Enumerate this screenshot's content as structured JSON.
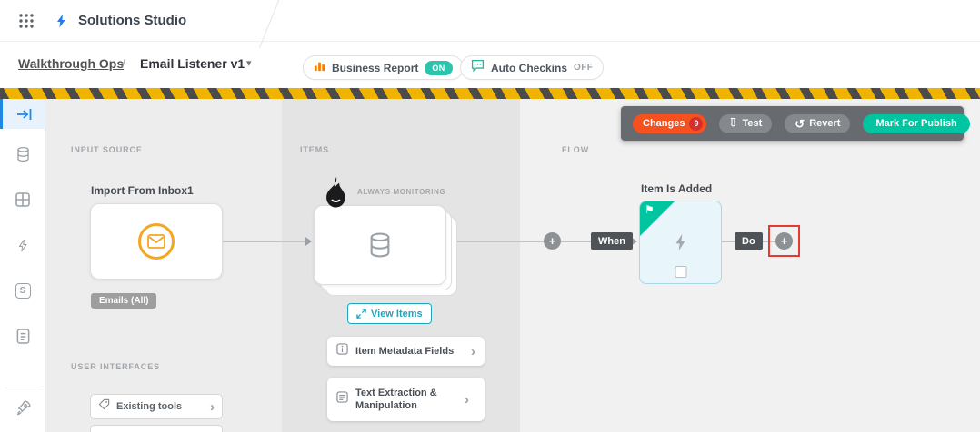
{
  "header": {
    "app_title": "Solutions Studio"
  },
  "breadcrumb": {
    "parent": "Walkthrough Ops",
    "separator": "/",
    "current": "Email Listener v1"
  },
  "header_toggles": {
    "business_report": {
      "label": "Business Report",
      "state": "ON"
    },
    "auto_checkins": {
      "label": "Auto Checkins",
      "state": "OFF"
    }
  },
  "publish_toolbar": {
    "changes_label": "Changes",
    "changes_count": "9",
    "test_label": "Test",
    "revert_label": "Revert",
    "publish_label": "Mark For Publish"
  },
  "canvas": {
    "columns": {
      "input_source": "INPUT SOURCE",
      "items": "ITEMS",
      "flow": "FLOW"
    },
    "input_source": {
      "node_title": "Import From Inbox1",
      "node_badge": "Emails (All)",
      "section_label": "USER INTERFACES",
      "existing_tools_label": "Existing tools"
    },
    "items": {
      "monitoring_label": "ALWAYS MONITORING",
      "view_items_label": "View Items",
      "metadata_label": "Item Metadata Fields",
      "text_extraction_label": "Text Extraction & Manipulation"
    },
    "flow": {
      "node_title": "Item Is Added",
      "when_label": "When",
      "do_label": "Do"
    }
  },
  "icons": {
    "caret_down": "▾",
    "chevron_right": "›",
    "plus": "+",
    "revert_arrow": "↺",
    "flag": "⚑",
    "s_tool": "S"
  },
  "colors": {
    "accent_teal": "#00c5a0",
    "changes_orange": "#f4511e",
    "changes_badge_red": "#d32f2f",
    "hazard_yellow": "#f0b400",
    "hazard_dark": "#4b4b4b",
    "email_orange": "#f5a623",
    "selected_blue": "#1e88e5",
    "highlight_red": "#e53935",
    "view_items_teal": "#1fa5bc"
  }
}
